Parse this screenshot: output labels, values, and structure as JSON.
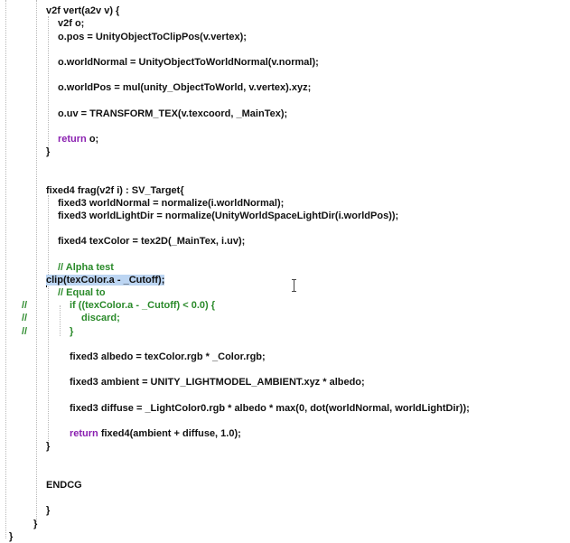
{
  "code": {
    "vert_sig": "v2f vert(a2v v) {",
    "vert_decl": "v2f o;",
    "vert_pos": "o.pos = UnityObjectToClipPos(v.vertex);",
    "vert_normal": "o.worldNormal = UnityObjectToWorldNormal(v.normal);",
    "vert_worldpos": "o.worldPos = mul(unity_ObjectToWorld, v.vertex).xyz;",
    "vert_uv": "o.uv = TRANSFORM_TEX(v.texcoord, _MainTex);",
    "return_kw": "return",
    "vert_return_rest": " o;",
    "close_brace": "}",
    "frag_sig": "fixed4 frag(v2f i) : SV_Target{",
    "frag_normal": "fixed3 worldNormal = normalize(i.worldNormal);",
    "frag_lightdir": "fixed3 worldLightDir = normalize(UnityWorldSpaceLightDir(i.worldPos));",
    "frag_texcolor": "fixed4 texColor = tex2D(_MainTex, i.uv);",
    "comment_alpha": "// Alpha test",
    "frag_clip": "clip(texColor.a - _Cutoff);",
    "comment_equal": "// Equal to",
    "cm_if": "if ((texColor.a - _Cutoff) < 0.0) {",
    "cm_discard": "discard;",
    "cm_close": "}",
    "frag_albedo": "fixed3 albedo = texColor.rgb * _Color.rgb;",
    "frag_ambient": "fixed3 ambient = UNITY_LIGHTMODEL_AMBIENT.xyz * albedo;",
    "frag_diffuse": "fixed3 diffuse = _LightColor0.rgb * albedo * max(0, dot(worldNormal, worldLightDir));",
    "frag_return_rest": " fixed4(ambient + diffuse, 1.0);",
    "endcg": "ENDCG",
    "comment_marker": "//"
  },
  "colors": {
    "keyword": "#8a1fb0",
    "comment": "#2a8a2a",
    "selection": "#bcd5f2"
  }
}
